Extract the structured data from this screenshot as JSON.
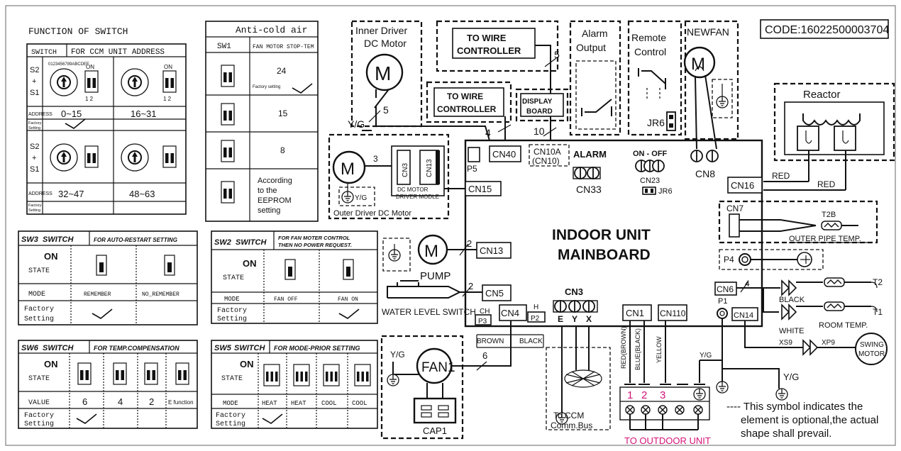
{
  "code": "CODE:16022500003704",
  "ccm_table": {
    "title": "FUNCTION OF SWITCH",
    "col_switch": "SWITCH",
    "col_desc": "FOR CCM UNIT ADDRESS",
    "s2s1": [
      "S2",
      "+",
      "S1"
    ],
    "address_label": "ADDRESS",
    "factory_label": [
      "Factory",
      "Setting"
    ],
    "ranges": [
      "0~15",
      "16~31",
      "32~47",
      "48~63"
    ],
    "dial_digits": "0123456789ABCDEF",
    "on": "ON",
    "nums": "1 2"
  },
  "anticold": {
    "title": "Anti-cold air",
    "col1": "SW1",
    "col2": "FAN MOTOR STOP-TEM",
    "rows": [
      "24",
      "15",
      "8"
    ],
    "factory": "Factory setting",
    "eeprom": [
      "According",
      "to the",
      "EEPROM",
      "setting"
    ]
  },
  "sw3": {
    "name": "SW3",
    "switch": "SWITCH",
    "title": "FOR AUTO-RESTART SETTING",
    "on": "ON",
    "state": "STATE",
    "mode": "MODE",
    "modes": [
      "REMEMBER",
      "NO_REMEMBER"
    ],
    "factory": [
      "Factory",
      "Setting"
    ]
  },
  "sw2": {
    "name": "SW2",
    "switch": "SWITCH",
    "title": [
      "FOR FAN MOTER CONTROL",
      "THEN NO POWER REQUEST."
    ],
    "on": "ON",
    "state": "STATE",
    "mode": "MODE",
    "modes": [
      "FAN OFF",
      "FAN ON"
    ],
    "factory": [
      "Factory",
      "Setting"
    ]
  },
  "sw6": {
    "name": "SW6",
    "switch": "SWITCH",
    "title": "FOR TEMP.COMPENSATION",
    "on": "ON",
    "state": "STATE",
    "value": "VALUE",
    "values": [
      "6",
      "4",
      "2",
      "E function"
    ],
    "factory": [
      "Factory",
      "Setting"
    ]
  },
  "sw5": {
    "name": "SW5",
    "switch": "SWITCH",
    "title": "FOR MODE-PRIOR SETTING",
    "on": "ON",
    "state": "STATE",
    "mode": "MODE",
    "modes": [
      "HEAT",
      "HEAT",
      "COOL",
      "COOL"
    ],
    "factory": [
      "Factory",
      "Setting"
    ]
  },
  "mainboard": {
    "line1": "INDOOR UNIT",
    "line2": "MAINBOARD"
  },
  "inner_motor": {
    "title": [
      "Inner Driver",
      "DC Motor"
    ],
    "m": "M",
    "yg": "Y/G",
    "wires": "5"
  },
  "wire_ctrl_top": {
    "lines": [
      "TO WIRE",
      "CONTROLLER"
    ],
    "wires": "5"
  },
  "wire_ctrl": {
    "lines": [
      "TO WIRE",
      "CONTROLLER"
    ],
    "wires": "4"
  },
  "display": {
    "lines": [
      "DISPLAY",
      "BOARD"
    ],
    "wires": "10"
  },
  "alarm_out": {
    "lines": [
      "Alarm",
      "Output"
    ]
  },
  "remote": {
    "lines": [
      "Remote",
      "Control"
    ],
    "jr": "JR6"
  },
  "newfan": {
    "title": "NEWFAN",
    "m": "M"
  },
  "reactor": {
    "title": "Reactor",
    "red": "RED"
  },
  "outer_motor": {
    "m": "M",
    "three": "3",
    "cn3": "CN3",
    "cn13": "CN13",
    "module": [
      "DC MOTOR",
      "DRIVER MODLE"
    ],
    "yg": "Y/G",
    "title": "Outer Driver DC Motor"
  },
  "connectors": {
    "cn40": "CN40",
    "cn10a": "CN10A",
    "cn10": "(CN10)",
    "p5": "P5",
    "cn15": "CN15",
    "cn13": "CN13",
    "cn5": "CN5",
    "cn4": "CN4",
    "p3": "P3",
    "p2": "P2",
    "ch": "CH",
    "h": "H",
    "brown": "BROWN",
    "black": "BLACK",
    "alarm": "ALARM",
    "cn33": "CN33",
    "onoff": "ON - OFF",
    "cn23": "CN23",
    "jr6": "JR6",
    "cn8": "CN8",
    "cn16": "CN16",
    "cn7": "CN7",
    "t2b": "T2B",
    "outer_pipe": "OUTER PIPE TEMP.",
    "p4": "P4",
    "cn6": "CN6",
    "four": "4",
    "black2": "BLACK",
    "white": "WHITE",
    "t2": "T2",
    "t1": "T1",
    "room": "ROOM TEMP.",
    "p1": "P1",
    "cn14": "CN14",
    "xs9": "XS9",
    "xp9": "XP9",
    "swing": [
      "SWING",
      "MOTOR"
    ],
    "cn1": "CN1",
    "cn110": "CN110",
    "cn3b": "CN3",
    "eyx": [
      "E",
      "Y",
      "X"
    ],
    "red_brown": "RED(BROWN)",
    "blue_black": "BLUE(BLACK)",
    "yellow": "YELLOW",
    "yg": "Y/G",
    "yg2": "Y/G",
    "terminals": [
      "1",
      "2",
      "3"
    ],
    "to_outdoor": "TO OUTDOOR UNIT",
    "ccm": [
      "To CCM",
      "Comm.Bus"
    ]
  },
  "pump": {
    "m": "M",
    "label": "PUMP",
    "wires": "2"
  },
  "water": {
    "label": "WATER LEVEL SWITCH",
    "wires": "2"
  },
  "fan1": {
    "label": "FAN1",
    "yg": "Y/G",
    "cap": "CAP1",
    "wires": "6"
  },
  "note": [
    "---- This symbol indicates the",
    "element is optional,the actual",
    "shape shall prevail."
  ]
}
